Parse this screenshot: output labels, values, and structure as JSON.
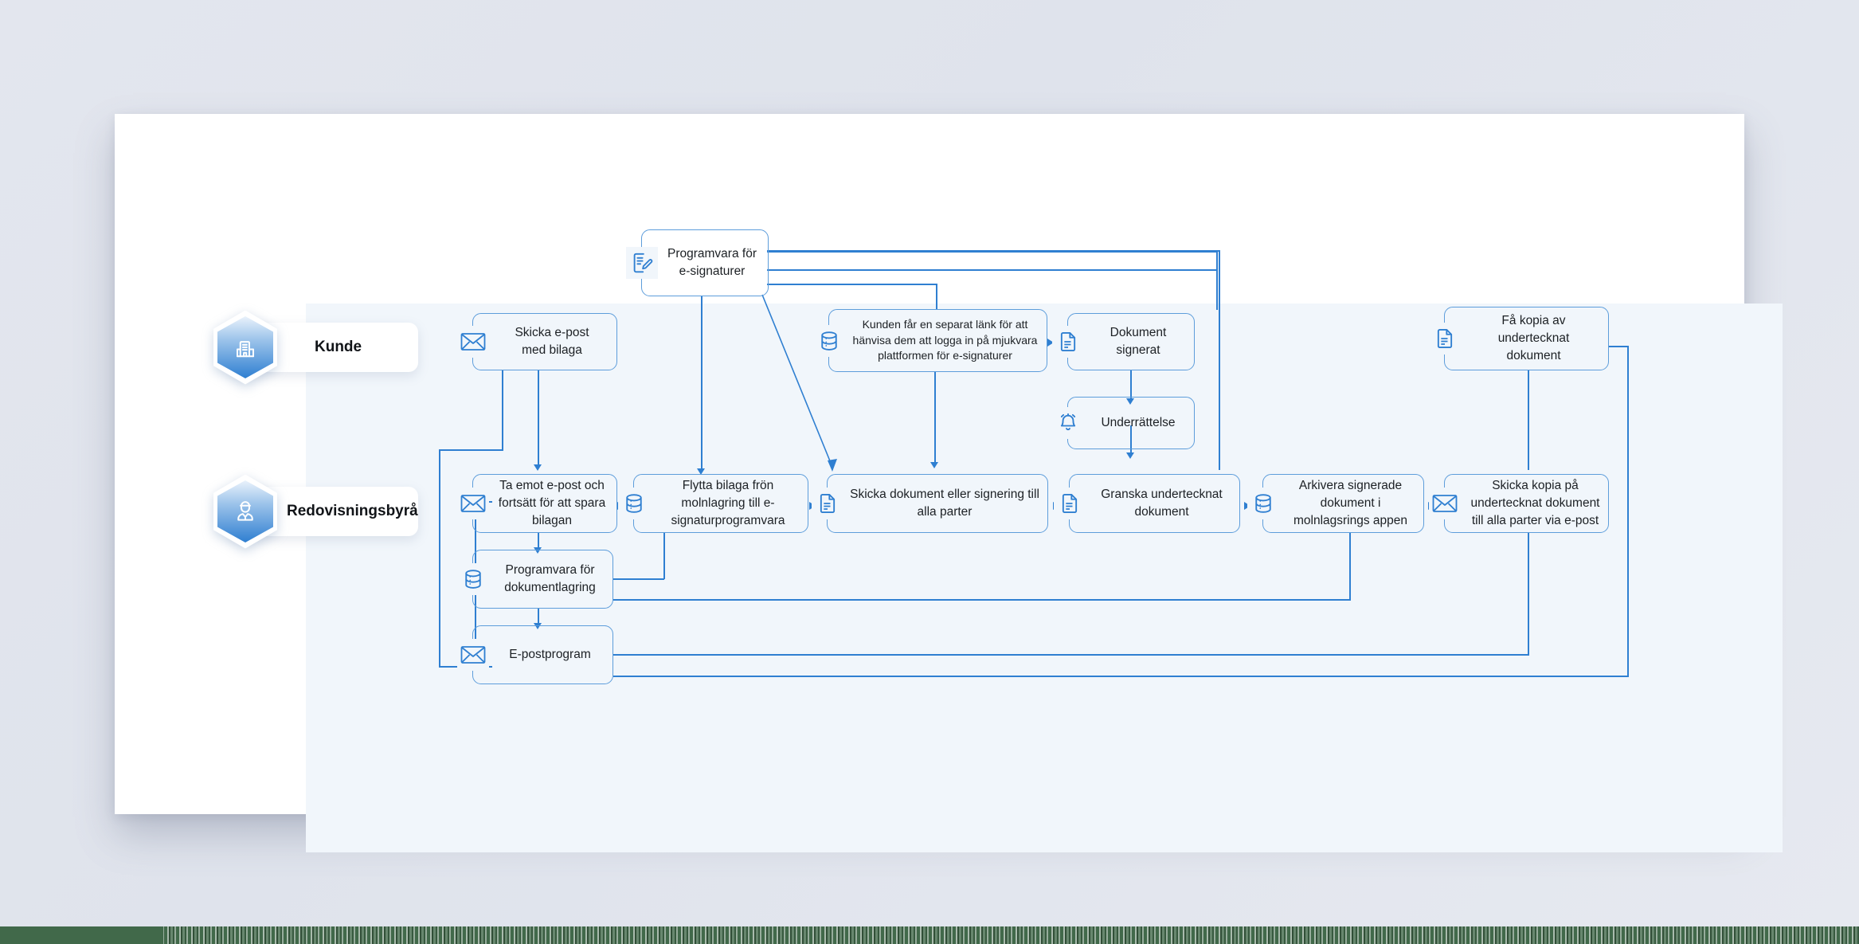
{
  "canvas": {
    "background_color": "#f1f6fb",
    "sheet_color": "#ffffff",
    "line_color": "#2f7fd1",
    "node_border_color": "#5d9ddb",
    "accent_gradient_top": "#eaf2fb",
    "accent_gradient_bottom": "#2f7fd1"
  },
  "lanes": [
    {
      "id": "kunde",
      "label": "Kunde",
      "icon": "building-icon"
    },
    {
      "id": "redovisningsbyra",
      "label": "Redovisningsbyrå",
      "icon": "accountant-icon"
    }
  ],
  "nodes": [
    {
      "id": "n1",
      "label": "Programvara för\ne-signaturer",
      "icon": "signature-document-icon"
    },
    {
      "id": "n2",
      "label": "Skicka e-post\nmed bilaga",
      "icon": "envelope-icon"
    },
    {
      "id": "n3",
      "label": "Kunden får en separat länk för att hänvisa dem att logga in på mjukvara plattformen för e-signaturer",
      "icon": "database-icon"
    },
    {
      "id": "n4",
      "label": "Dokument\nsignerat",
      "icon": "document-icon"
    },
    {
      "id": "n5",
      "label": "Få kopia av\nundertecknat\ndokument",
      "icon": "document-icon"
    },
    {
      "id": "n6",
      "label": "Underrättelse",
      "icon": "bell-icon"
    },
    {
      "id": "n7",
      "label": "Ta emot e-post och fortsätt för att spara bilagan",
      "icon": "envelope-icon"
    },
    {
      "id": "n8",
      "label": "Flytta bilaga frön molnlagring till e-signaturprogramvara",
      "icon": "database-icon"
    },
    {
      "id": "n9",
      "label": "Skicka dokument eller signering till alla parter",
      "icon": "document-icon"
    },
    {
      "id": "n10",
      "label": "Granska undertecknat\ndokument",
      "icon": "document-icon"
    },
    {
      "id": "n11",
      "label": "Arkivera signerade dokument i molnlagsrings appen",
      "icon": "database-icon"
    },
    {
      "id": "n12",
      "label": "Skicka kopia på undertecknat dokument till alla parter via e-post",
      "icon": "envelope-icon"
    },
    {
      "id": "n13",
      "label": "Programvara för\ndokumentlagring",
      "icon": "database-icon"
    },
    {
      "id": "n14",
      "label": "E-postprogram",
      "icon": "envelope-icon"
    }
  ]
}
